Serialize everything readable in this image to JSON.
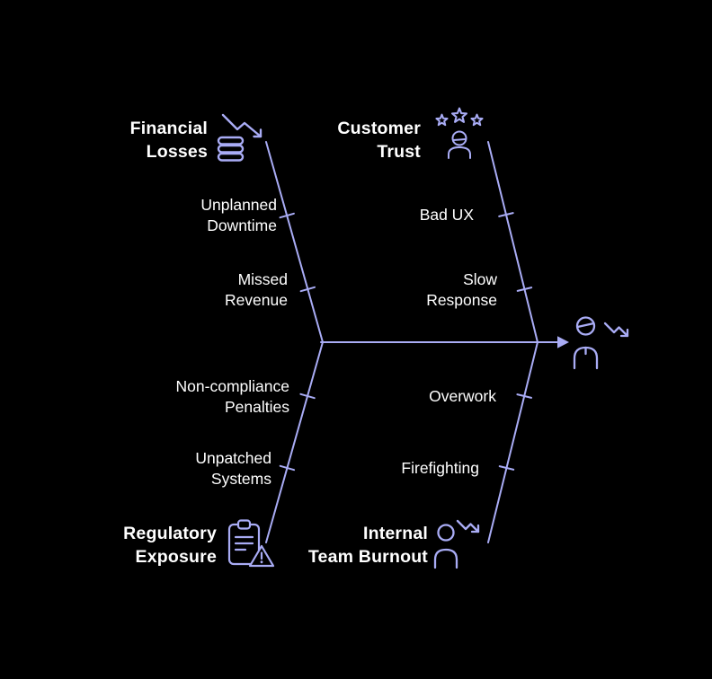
{
  "colors": {
    "background": "#000000",
    "line": "#a9acf5",
    "text": "#ffffff"
  },
  "diagram": {
    "type": "fishbone",
    "effect_icon": "user-trend-down-icon",
    "branches": {
      "financial_losses": {
        "label": "Financial\nLosses",
        "icon": "coins-decline-icon",
        "position": "top-left",
        "causes": [
          "Unplanned\nDowntime",
          "Missed\nRevenue"
        ]
      },
      "customer_trust": {
        "label": "Customer\nTrust",
        "icon": "star-rating-user-icon",
        "position": "top-right",
        "causes": [
          "Bad UX",
          "Slow\nResponse"
        ]
      },
      "regulatory_exposure": {
        "label": "Regulatory\nExposure",
        "icon": "clipboard-warning-icon",
        "position": "bottom-left",
        "causes": [
          "Non-compliance\nPenalties",
          "Unpatched\nSystems"
        ]
      },
      "internal_team_burnout": {
        "label": "Internal\nTeam Burnout",
        "icon": "user-decline-icon",
        "position": "bottom-right",
        "causes": [
          "Overwork",
          "Firefighting"
        ]
      }
    }
  }
}
